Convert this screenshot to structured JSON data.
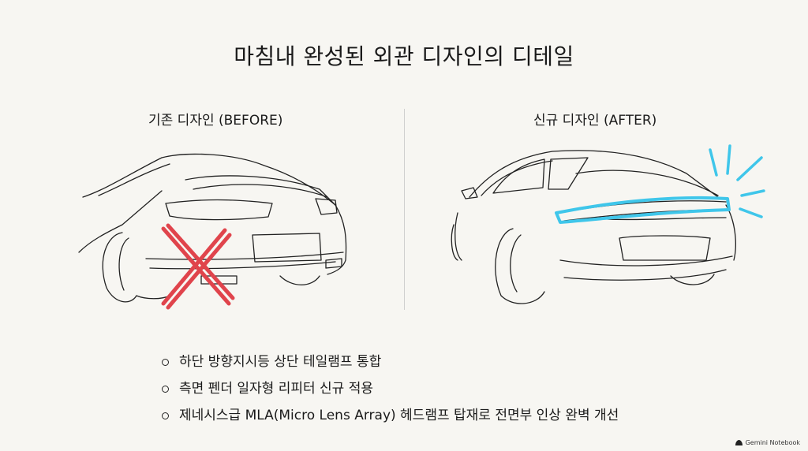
{
  "title": "마침내 완성된 외관 디자인의 디테일",
  "panels": {
    "before_label": "기존 디자인 (BEFORE)",
    "after_label": "신규 디자인 (AFTER)"
  },
  "bullets": [
    "하단 방향지시등 상단 테일램프 통합",
    "측면 펜더 일자형 리피터 신규 적용",
    "제네시스급 MLA(Micro Lens Array) 헤드램프 탑재로 전면부 인상 완벽 개선"
  ],
  "brand": "Gemini Notebook",
  "colors": {
    "cross_mark": "#e0444c",
    "light_highlight": "#3fc6ea",
    "ink": "#1a1a1a"
  }
}
